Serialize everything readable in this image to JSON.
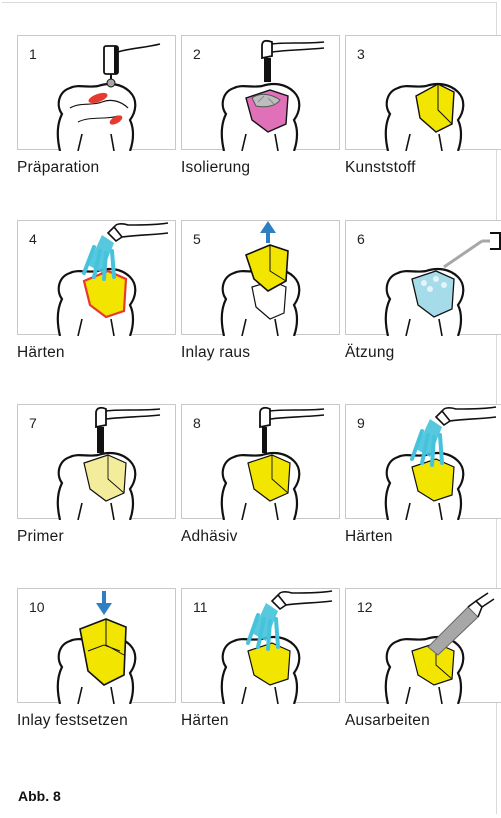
{
  "figure_label": "Abb. 8",
  "colors": {
    "composite_yellow": "#f2e500",
    "light_cure_blue": "#45c3dc",
    "etch_blue": "#a6dbe9",
    "preparation_red": "#e53a2f",
    "isolation_pink": "#e070b8",
    "arrow_blue": "#2e7fc1",
    "primer_pale": "#f3ec9a",
    "handpiece_grey": "#a7a7a7"
  },
  "steps": [
    {
      "number": "1",
      "caption": "Präparation",
      "icon": "preparation-icon"
    },
    {
      "number": "2",
      "caption": "Isolierung",
      "icon": "isolation-icon"
    },
    {
      "number": "3",
      "caption": "Kunststoff",
      "icon": "composite-icon"
    },
    {
      "number": "4",
      "caption": "Härten",
      "icon": "light-cure-icon"
    },
    {
      "number": "5",
      "caption": "Inlay raus",
      "icon": "inlay-removal-icon"
    },
    {
      "number": "6",
      "caption": "Ätzung",
      "icon": "etching-icon"
    },
    {
      "number": "7",
      "caption": "Primer",
      "icon": "primer-icon"
    },
    {
      "number": "8",
      "caption": "Adhäsiv",
      "icon": "adhesive-icon"
    },
    {
      "number": "9",
      "caption": "Härten",
      "icon": "light-cure-icon"
    },
    {
      "number": "10",
      "caption": "Inlay festsetzen",
      "icon": "inlay-seating-icon"
    },
    {
      "number": "11",
      "caption": "Härten",
      "icon": "light-cure-icon"
    },
    {
      "number": "12",
      "caption": "Ausarbeiten",
      "icon": "finishing-icon"
    }
  ]
}
